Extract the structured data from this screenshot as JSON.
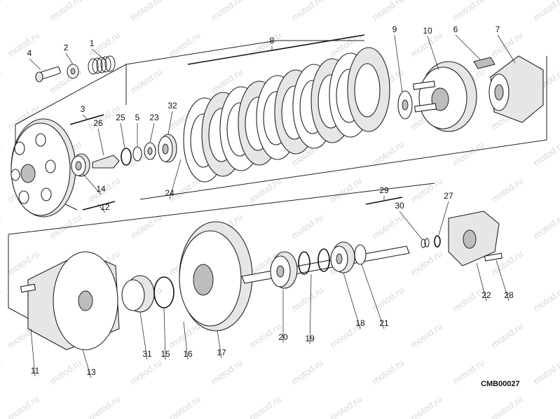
{
  "diagram": {
    "code": "CMB00027",
    "watermark": "motod.ru",
    "callouts": [
      "1",
      "2",
      "3",
      "4",
      "5",
      "6",
      "7",
      "8",
      "9",
      "10",
      "11",
      "12",
      "13",
      "14",
      "15",
      "16",
      "17",
      "18",
      "19",
      "20",
      "21",
      "22",
      "23",
      "24",
      "25",
      "26",
      "27",
      "28",
      "29",
      "30",
      "31",
      "32"
    ]
  }
}
